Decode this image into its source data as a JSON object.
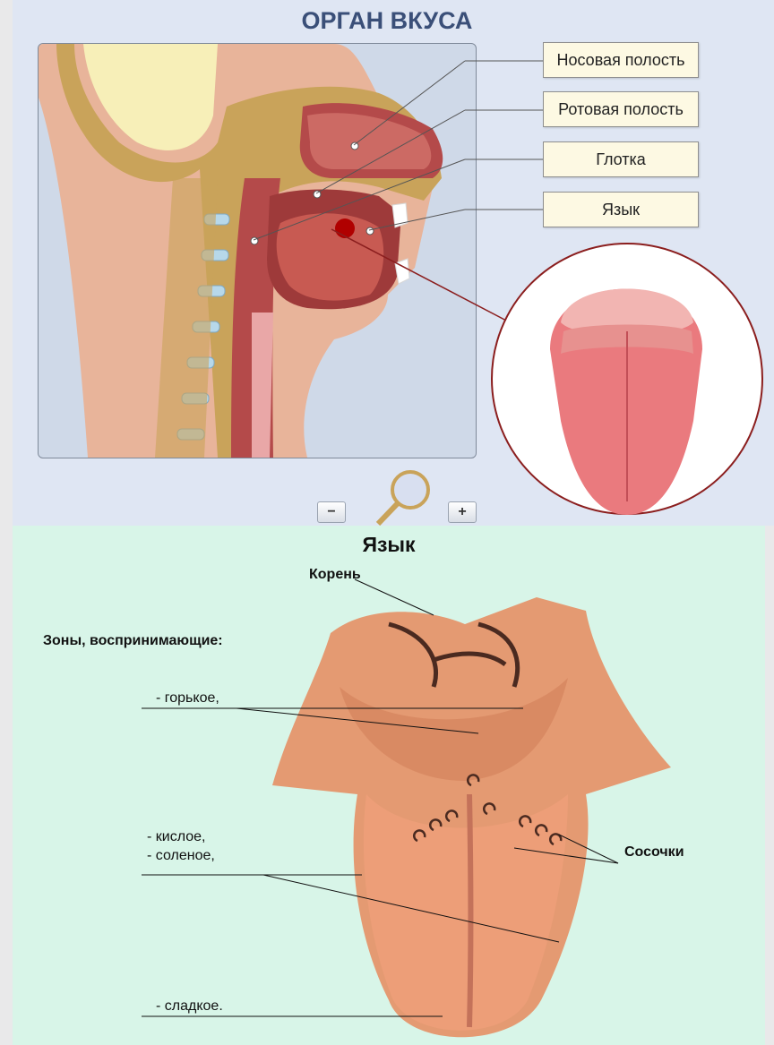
{
  "top": {
    "title": "ОРГАН ВКУСА",
    "labels": {
      "nasal": "Носовая полость",
      "oral": "Ротовая полость",
      "pharynx": "Глотка",
      "tongue": "Язык"
    },
    "zoom_out": "−",
    "zoom_in": "+"
  },
  "bottom": {
    "title": "Язык",
    "root": "Корень",
    "zones_heading": "Зоны, воспринимающие:",
    "bitter": "- горькое,",
    "sour": "- кислое,",
    "salty": "- соленое,",
    "sweet": "- сладкое.",
    "papillae": "Сосочки"
  },
  "colors": {
    "title_blue": "#3a4f78",
    "label_bg": "#fdf9e3",
    "tissue_red": "#b44a4a",
    "bone_tan": "#c9a35a",
    "tongue_orange": "#e49a72",
    "bottom_bg": "#d8f5e8"
  }
}
